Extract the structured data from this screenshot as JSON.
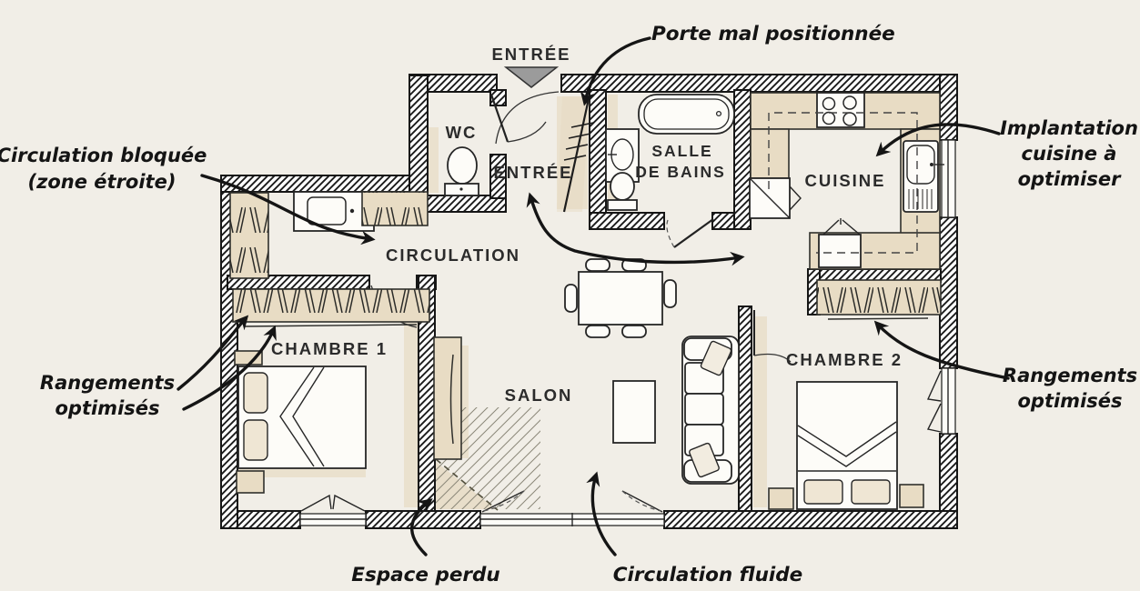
{
  "plan": {
    "entrance_marker_label": "ENTRÉE",
    "rooms": {
      "wc": "WC",
      "entree": "ENTRÉE",
      "salle_line1": "SALLE",
      "salle_line2": "DE BAINS",
      "cuisine": "CUISINE",
      "circulation": "CIRCULATION",
      "chambre1": "CHAMBRE 1",
      "salon": "SALON",
      "chambre2": "CHAMBRE 2"
    }
  },
  "annotations": {
    "porte": {
      "text": "Porte mal positionnée"
    },
    "circulation_bloquee": {
      "line1": "Circulation bloquée",
      "line2": "(zone étroite)"
    },
    "rangements_gauche": {
      "line1": "Rangements",
      "line2": "optimisés"
    },
    "implantation_cuisine": {
      "line1": "Implantation",
      "line2": "cuisine à",
      "line3": "optimiser"
    },
    "rangements_droite": {
      "line1": "Rangements",
      "line2": "optimisés"
    },
    "espace_perdu": {
      "text": "Espace perdu"
    },
    "circulation_fluide": {
      "text": "Circulation fluide"
    }
  },
  "colors": {
    "paper": "#f1eee7",
    "ink": "#151515",
    "wall_fill": "#ffffff",
    "furniture_beige": "#e8dcc4",
    "shadow_beige": "#e3d3b6"
  }
}
